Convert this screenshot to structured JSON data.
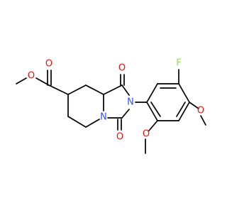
{
  "molecule": {
    "atoms": {
      "o_ester_carbonyl": "O",
      "o_ester_ether": "O",
      "o_imide_top": "O",
      "o_imide_bottom": "O",
      "n_imide": "N",
      "n_ring_fusion": "N",
      "f_aryl": "F",
      "o_methoxy_para": "O",
      "o_methoxy_ortho": "O"
    },
    "colors": {
      "bond": "#000000",
      "oxygen": "#ff0d0d",
      "nitrogen": "#3050f8",
      "fluorine": "#90e050"
    }
  }
}
